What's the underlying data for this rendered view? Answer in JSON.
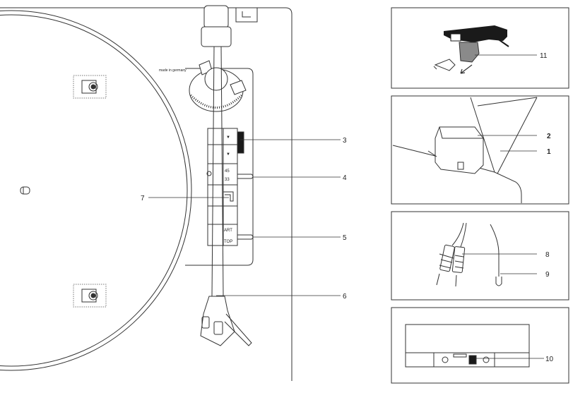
{
  "main_view": {
    "brand_text": "made in germany",
    "speed_labels": [
      "45",
      "33"
    ],
    "switch_labels": [
      "ART",
      "TOP"
    ],
    "callouts": {
      "c3": "3",
      "c4": "4",
      "c5": "5",
      "c6": "6",
      "c7": "7"
    }
  },
  "panel_headshell": {
    "callout": "11"
  },
  "panel_cover_hinge": {
    "callout_hinge": "2",
    "callout_cover": "1"
  },
  "panel_cables": {
    "callout_rca": "8",
    "callout_ground": "9"
  },
  "panel_back": {
    "callout": "10"
  },
  "colors": {
    "line": "#333333",
    "fill_dark": "#1a1a1a",
    "fill_mid": "#8a8a8a",
    "dotted": "#777777"
  }
}
